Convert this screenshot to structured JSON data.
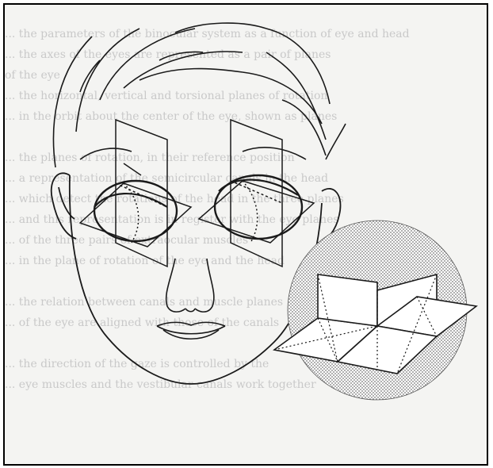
{
  "figure": {
    "background_text_lines": [
      "... the parameters of the binocular system as a function of eye and head",
      "... the axes of the eyes are represented as a pair of planes",
      "of the eye",
      "... the horizontal, vertical and torsional planes of rotation",
      "... in the orbit about the center of the eye, shown as planes",
      "",
      "... the planes of rotation, in their reference position",
      "... a representation of the semicircular canals in the head",
      "... which detect the rotations of the head in the three planes",
      "... and this representation is in register with the eye planes",
      "... of the three pairs of extraocular muscles",
      "... in the plane of rotation of the eye and the head",
      "",
      "... the relation between canals and muscle planes",
      "... of the eye are aligned with those of the canals",
      "",
      "... the direction of the gaze is controlled by the",
      "... eye muscles and the vestibular canals work together"
    ],
    "colors": {
      "line": "#1a1a1a",
      "stipple": "#8a8a8a",
      "frame": "#000000",
      "background": "#f4f4f2"
    }
  }
}
